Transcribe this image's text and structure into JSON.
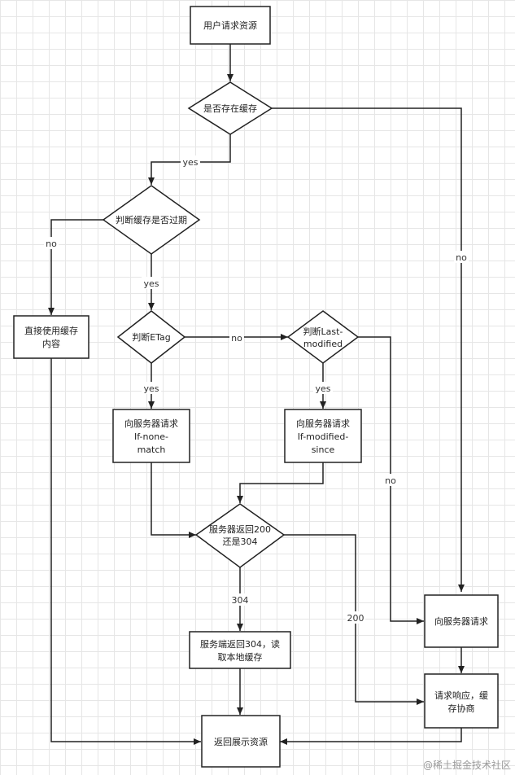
{
  "nodes": {
    "user_request": "用户请求资源",
    "has_cache": "是否存在缓存",
    "cache_expired": "判断缓存是否过期",
    "use_cache": [
      "直接使用缓存",
      "内容"
    ],
    "check_etag": "判断ETag",
    "check_last_modified": [
      "判断Last-",
      "modified"
    ],
    "request_if_none_match": [
      "向服务器请求",
      "If-none-",
      "match"
    ],
    "request_if_modified_since": [
      "向服务器请求",
      "If-modified-",
      "since"
    ],
    "server_returns": [
      "服务器返回200",
      "还是304"
    ],
    "server_304": [
      "服务端返回304，读",
      "取本地缓存"
    ],
    "request_server": "向服务器请求",
    "response_cache": [
      "请求响应，缓",
      "存协商"
    ],
    "return_show": "返回展示资源"
  },
  "edge_labels": {
    "cache_yes": "yes",
    "cache_no": "no",
    "expired_no": "no",
    "expired_yes": "yes",
    "etag_no": "no",
    "etag_yes": "yes",
    "lastmod_yes": "yes",
    "lastmod_no": "no",
    "status_304": "304",
    "status_200": "200"
  },
  "watermark": "@稀土掘金技术社区"
}
